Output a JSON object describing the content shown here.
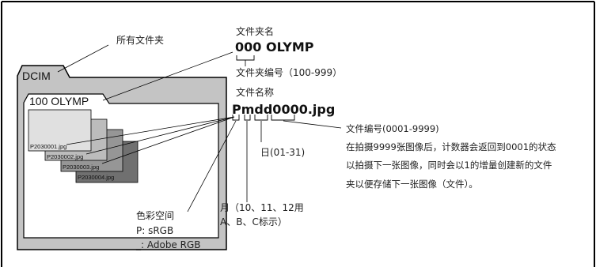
{
  "title_all_folders": "所有文件夹",
  "folder_name_label": "文件夹名",
  "folder_name_example": "000 OLYMP",
  "folder_number_label": "文件夹编号（100-999）",
  "file_name_label": "文件名称",
  "file_name_example": "Pmdd0000.jpg",
  "dcim_label": "DCIM",
  "subfolder_label": "100 OLYMP",
  "files": [
    "P2030001.jpg",
    "P2030002.jpg",
    "P2030003.jpg",
    "P2030004.jpg"
  ],
  "file_number": {
    "title": "文件编号(0001-9999)",
    "lines": [
      "在拍摄9999张图像后，计数器会返回到0001的状态",
      "以拍摄下一张图像，同时会以1的增量创建新的文件",
      "夹以便存储下一张图像（文件）。"
    ]
  },
  "day_label": "日(01-31)",
  "month_lines": [
    "月（10、11、12用",
    "A、B、C标示）"
  ],
  "color_space": {
    "title": "色彩空间",
    "lines": [
      "P: sRGB",
      "_: Adobe RGB"
    ]
  }
}
